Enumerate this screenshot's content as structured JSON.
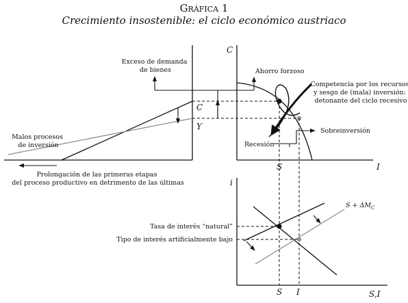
{
  "title": {
    "heading": "Gráfica 1",
    "subheading": "Crecimiento insostenible: el ciclo económico austriaco"
  },
  "top_left": {
    "excess_demand": [
      "Exceso de demanda",
      "de bienes"
    ],
    "bad_processes": [
      "Malos procesos",
      "de inversión"
    ],
    "prolongation": [
      "Prolongación de las primeras etapas",
      "del proceso productivo en detrimento de las últimas"
    ],
    "label_c": "C",
    "label_y": "Y"
  },
  "top_right": {
    "axis_c": "C",
    "axis_i": "I",
    "tick_s": "S",
    "forced_saving": "Ahorro forzoso",
    "competition": [
      "Competencia por los recursos",
      "y sesgo de (mala) inversión:",
      "detonante del ciclo recesivo"
    ],
    "overinvestment": "Sobreinversión",
    "recession": "Recesión"
  },
  "bottom": {
    "axis_i": "i",
    "axis_si": "S,I",
    "tick_s": "S",
    "tick_i": "I",
    "natural_rate": "Tasa de interés “natural”",
    "artificial_rate": "Tipo de interés artificialmente bajo",
    "shifted_supply": "S + ΔM",
    "shifted_supply_sub": "C"
  },
  "colors": {
    "line": "#111111",
    "gray_line": "#8c8c8c",
    "gray_point": "#909090"
  }
}
